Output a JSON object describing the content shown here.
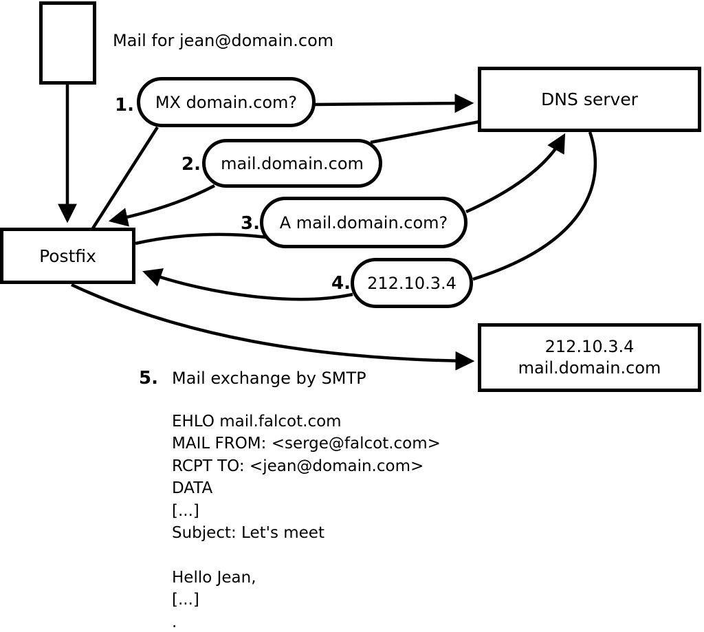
{
  "diagram": {
    "note": "Mail for jean@domain.com",
    "nodes": {
      "postfix": {
        "label": "Postfix"
      },
      "dns": {
        "label": "DNS server"
      },
      "mailserver": {
        "ip": "212.10.3.4",
        "hostname": "mail.domain.com"
      }
    },
    "steps": [
      {
        "number": "1.",
        "label": "MX domain.com?"
      },
      {
        "number": "2.",
        "label": "mail.domain.com"
      },
      {
        "number": "3.",
        "label": "A mail.domain.com?"
      },
      {
        "number": "4.",
        "label": "212.10.3.4"
      },
      {
        "number": "5.",
        "label": "Mail exchange by SMTP"
      }
    ],
    "smtp_session": {
      "lines": [
        "EHLO mail.falcot.com",
        "MAIL FROM: <serge@falcot.com>",
        "RCPT TO: <jean@domain.com>",
        "DATA",
        "[...]",
        "Subject: Let's meet",
        "",
        "Hello Jean,",
        "[...]",
        "."
      ]
    },
    "colors": {
      "stroke": "#000000",
      "background": "#ffffff"
    }
  }
}
